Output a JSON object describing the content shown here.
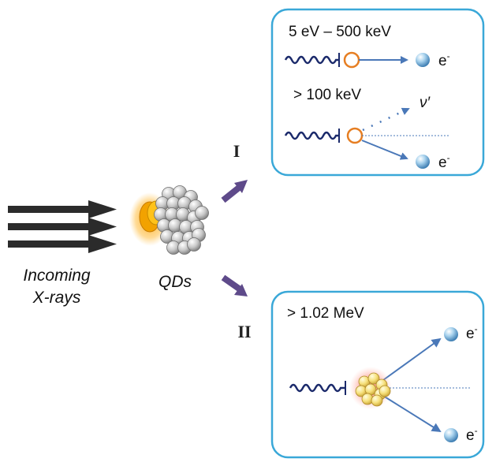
{
  "source": {
    "label_line1": "Incoming",
    "label_line2": "X-rays"
  },
  "qd": {
    "label": "QDs"
  },
  "process_I": {
    "roman": "I",
    "energy_low": "5 eV – 500 keV",
    "energy_high": "> 100 keV",
    "electron": "e",
    "electron_sup": "-",
    "scattered_photon": "ν′"
  },
  "process_II": {
    "roman": "II",
    "energy": "> 1.02 MeV",
    "electron": "e",
    "electron_sup": "-"
  },
  "colors": {
    "box_border": "#3aa8d8",
    "arrow_purple": "#5e4a8a",
    "beam": "#2b2b2b",
    "wave": "#1b2a6b",
    "track": "#4a78b8",
    "orange": "#e67e22"
  }
}
